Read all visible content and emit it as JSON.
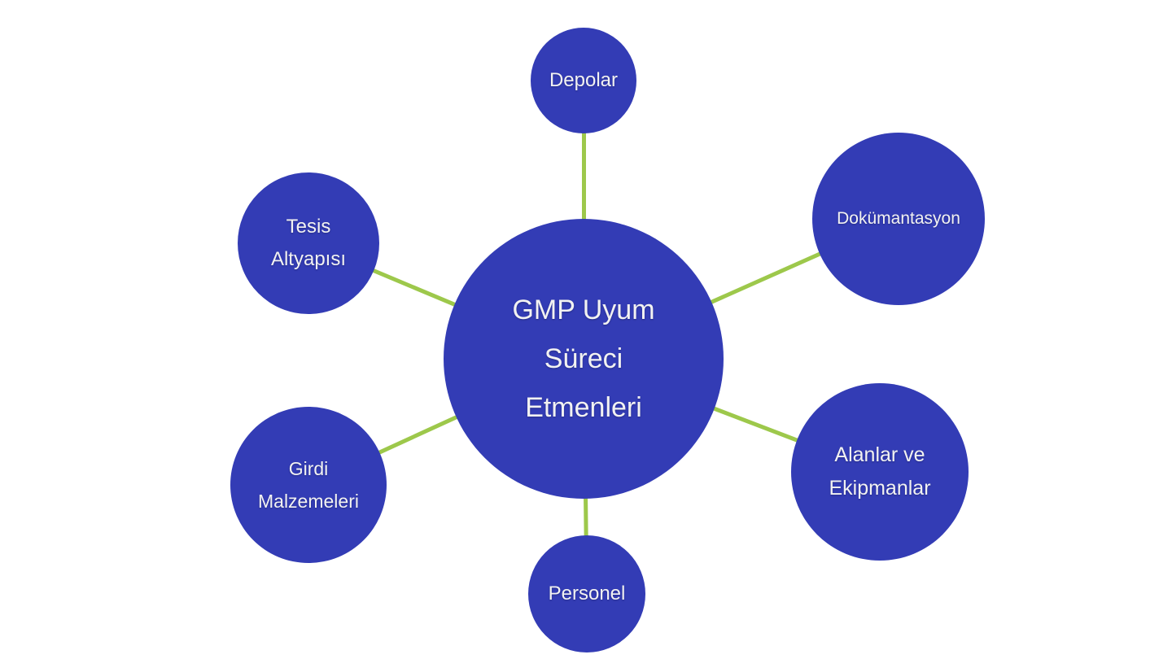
{
  "diagram": {
    "title": "GMP Uyum Süreci Etmenleri mind map",
    "colors": {
      "node_fill": "#333CB5",
      "connector": "#9DC84B",
      "text": "#F2F2F2",
      "background": "#FFFFFF"
    },
    "center": {
      "label": "GMP Uyum Süreci Etmenleri",
      "lines": [
        "GMP Uyum",
        "Süreci",
        "Etmenleri"
      ]
    },
    "nodes": [
      {
        "id": "depolar",
        "label": "Depolar"
      },
      {
        "id": "dokumantasyon",
        "label": "Dokümantasyon"
      },
      {
        "id": "tesis-altyapisi",
        "label": "Tesis Altyapısı"
      },
      {
        "id": "girdi-malzemeleri",
        "label": "Girdi Malzemeleri"
      },
      {
        "id": "personel",
        "label": "Personel"
      },
      {
        "id": "alanlar-ve-ekipmanlar",
        "label": "Alanlar ve Ekipmanlar"
      }
    ]
  }
}
